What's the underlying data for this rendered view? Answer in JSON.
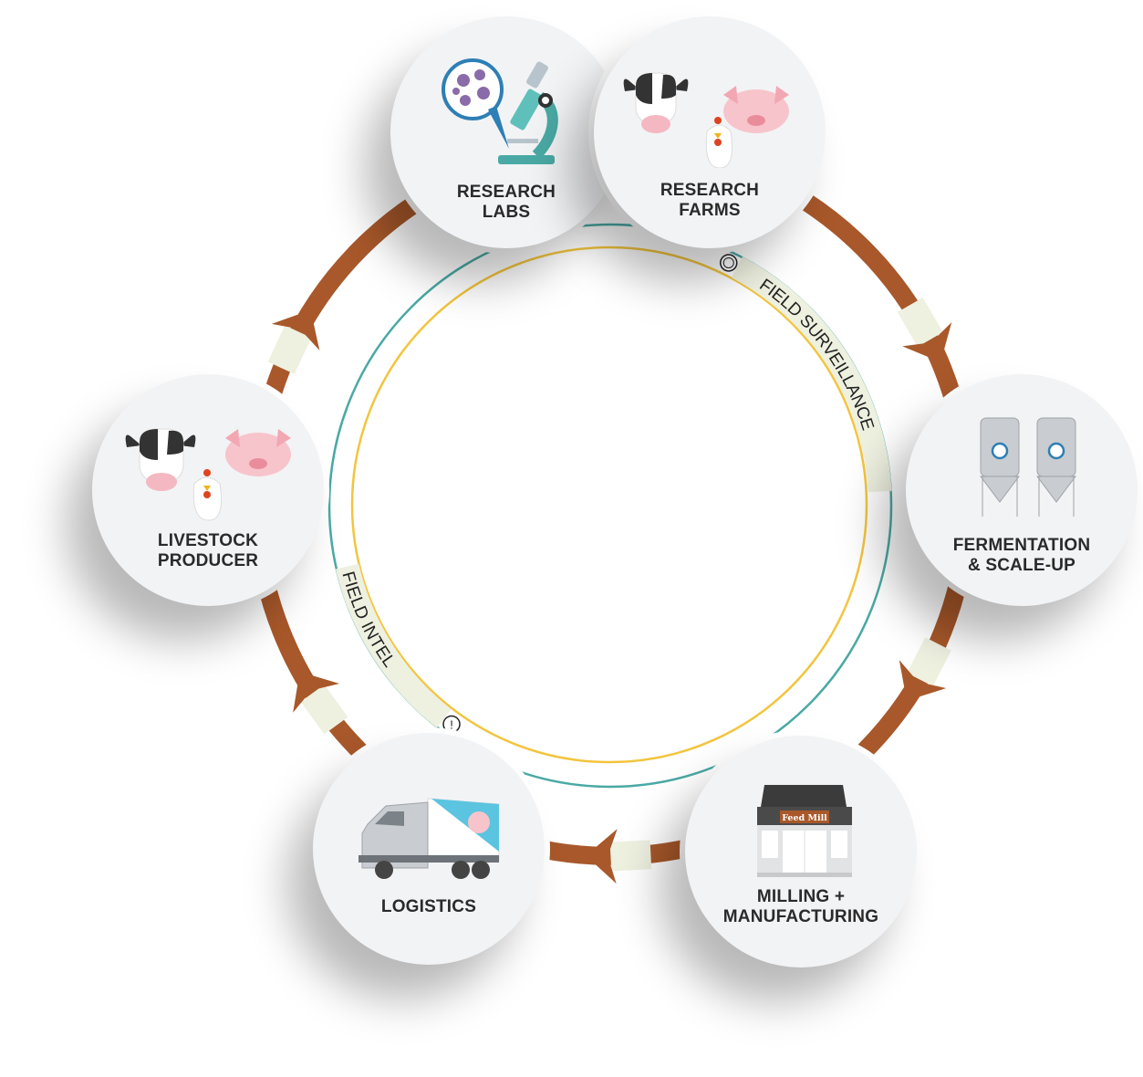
{
  "nodes": [
    {
      "id": "labs",
      "line1": "RESEARCH",
      "line2": "LABS"
    },
    {
      "id": "farms",
      "line1": "RESEARCH",
      "line2": "FARMS"
    },
    {
      "id": "ferm",
      "line1": "FERMENTATION",
      "line2": "& SCALE-UP"
    },
    {
      "id": "mill",
      "line1": "MILLING +",
      "line2": "MANUFACTURING"
    },
    {
      "id": "log",
      "line1": "LOGISTICS",
      "line2": ""
    },
    {
      "id": "live",
      "line1": "LIVESTOCK",
      "line2": "PRODUCER"
    }
  ],
  "feed_mill_sign": "Feed Mill",
  "inner_labels": {
    "surveillance": "FIELD SURVEILLANCE",
    "intel": "FIELD INTEL"
  },
  "colors": {
    "arrow": "#a8582a",
    "patch": "#eef0e0",
    "teal": "#4aa9a4",
    "yellow": "#f2c53d",
    "node_bg": "#f2f3f5"
  }
}
